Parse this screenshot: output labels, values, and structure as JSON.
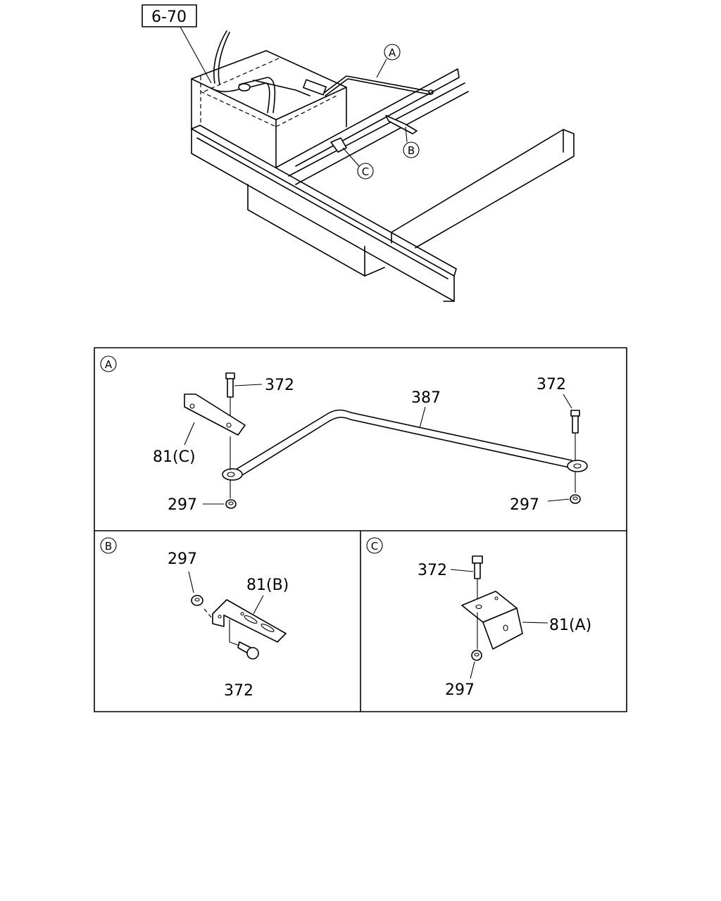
{
  "overview": {
    "ref_box": "6-70",
    "callouts": [
      "A",
      "B",
      "C"
    ]
  },
  "panel_a": {
    "letter": "A",
    "labels": {
      "bolt_left": "372",
      "bolt_right": "372",
      "rod": "387",
      "bracket": "81(C)",
      "nut_left": "297",
      "nut_right": "297"
    }
  },
  "panel_b": {
    "letter": "B",
    "labels": {
      "nut": "297",
      "bracket": "81(B)",
      "bolt": "372"
    }
  },
  "panel_c": {
    "letter": "C",
    "labels": {
      "bolt": "372",
      "bracket": "81(A)",
      "nut": "297"
    }
  }
}
